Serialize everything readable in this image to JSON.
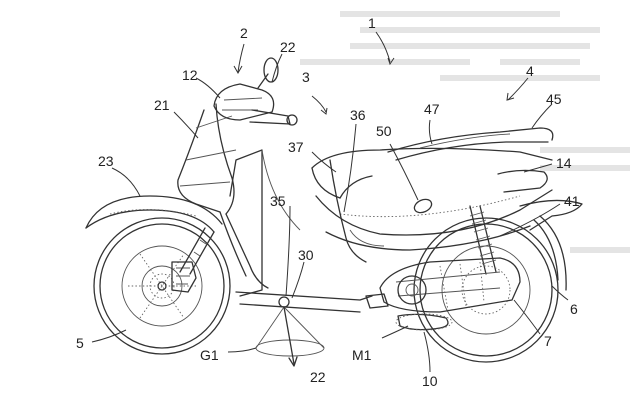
{
  "figure": {
    "kind": "patent line drawing of a scooter",
    "labels": {
      "n1": "1",
      "n2": "2",
      "n3": "3",
      "n4": "4",
      "n5": "5",
      "n6": "6",
      "n7": "7",
      "n10": "10",
      "n12": "12",
      "n14": "14",
      "n21": "21",
      "n22_top": "22",
      "n22_bottom": "22",
      "n23": "23",
      "n30": "30",
      "n35": "35",
      "n36": "36",
      "n37": "37",
      "n41": "41",
      "n45": "45",
      "n47": "47",
      "n50": "50",
      "g1": "G1",
      "m1": "M1"
    },
    "colors": {
      "ink": "#333333",
      "background": "#ffffff"
    }
  }
}
